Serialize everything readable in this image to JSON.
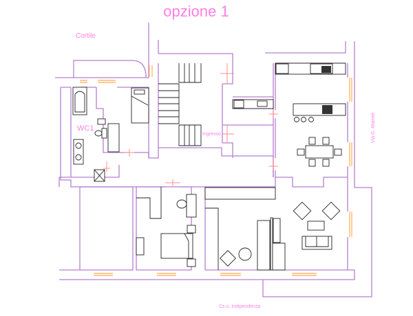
{
  "title": "opzione 1",
  "labels": {
    "courtyard": "Cortile",
    "bathroom": "WC1",
    "entrance": "Ingresso",
    "street_right": "Via G. Mameli",
    "street_bottom": "Cs.o. Indipendenza"
  },
  "colors": {
    "label": "#ff7fe4",
    "wall": "#b57fcf",
    "window": "#ffb86a",
    "door": "#ff8c8c",
    "furniture": "#222222"
  }
}
